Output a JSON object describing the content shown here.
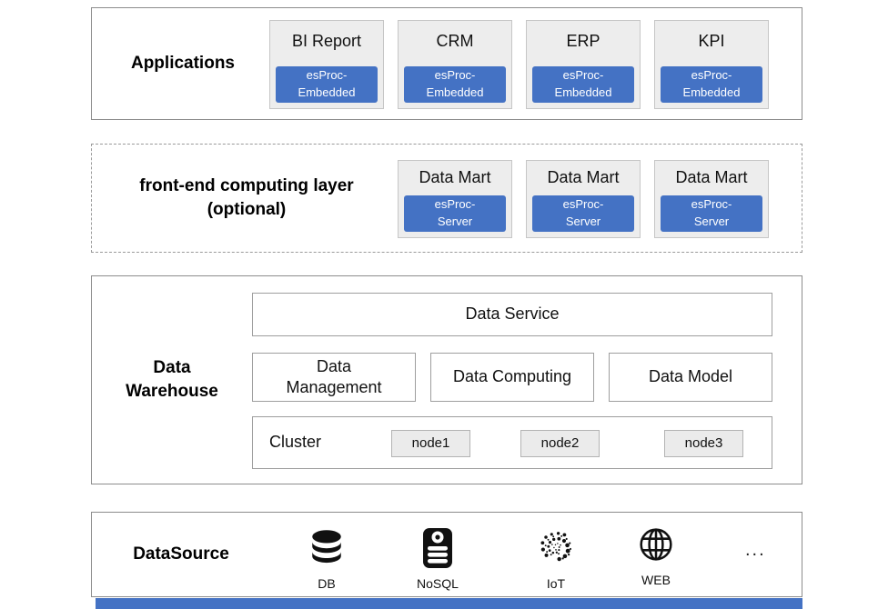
{
  "colors": {
    "badge_blue": "#4472c4",
    "card_gray": "#ededed",
    "bottom_bar_blue": "#4472c4"
  },
  "layers": {
    "applications": {
      "label": "Applications",
      "apps": [
        {
          "title": "BI Report",
          "badge": "esProc-\nEmbedded"
        },
        {
          "title": "CRM",
          "badge": "esProc-\nEmbedded"
        },
        {
          "title": "ERP",
          "badge": "esProc-\nEmbedded"
        },
        {
          "title": "KPI",
          "badge": "esProc-\nEmbedded"
        }
      ]
    },
    "frontend": {
      "label": "front-end computing layer\n(optional)",
      "marts": [
        {
          "title": "Data Mart",
          "badge": "esProc-\nServer"
        },
        {
          "title": "Data Mart",
          "badge": "esProc-\nServer"
        },
        {
          "title": "Data Mart",
          "badge": "esProc-\nServer"
        }
      ]
    },
    "warehouse": {
      "label": "Data\nWarehouse",
      "service": "Data Service",
      "modules": [
        "Data\nManagement",
        "Data Computing",
        "Data Model"
      ],
      "cluster": {
        "label": "Cluster",
        "nodes": [
          "node1",
          "node2",
          "node3"
        ]
      }
    },
    "datasource": {
      "label": "DataSource",
      "sources": [
        {
          "icon": "database-icon",
          "label": "DB"
        },
        {
          "icon": "nosql-server-icon",
          "label": "NoSQL"
        },
        {
          "icon": "iot-dots-icon",
          "label": "IoT"
        },
        {
          "icon": "globe-icon",
          "label": "WEB"
        }
      ],
      "more": "..."
    }
  }
}
